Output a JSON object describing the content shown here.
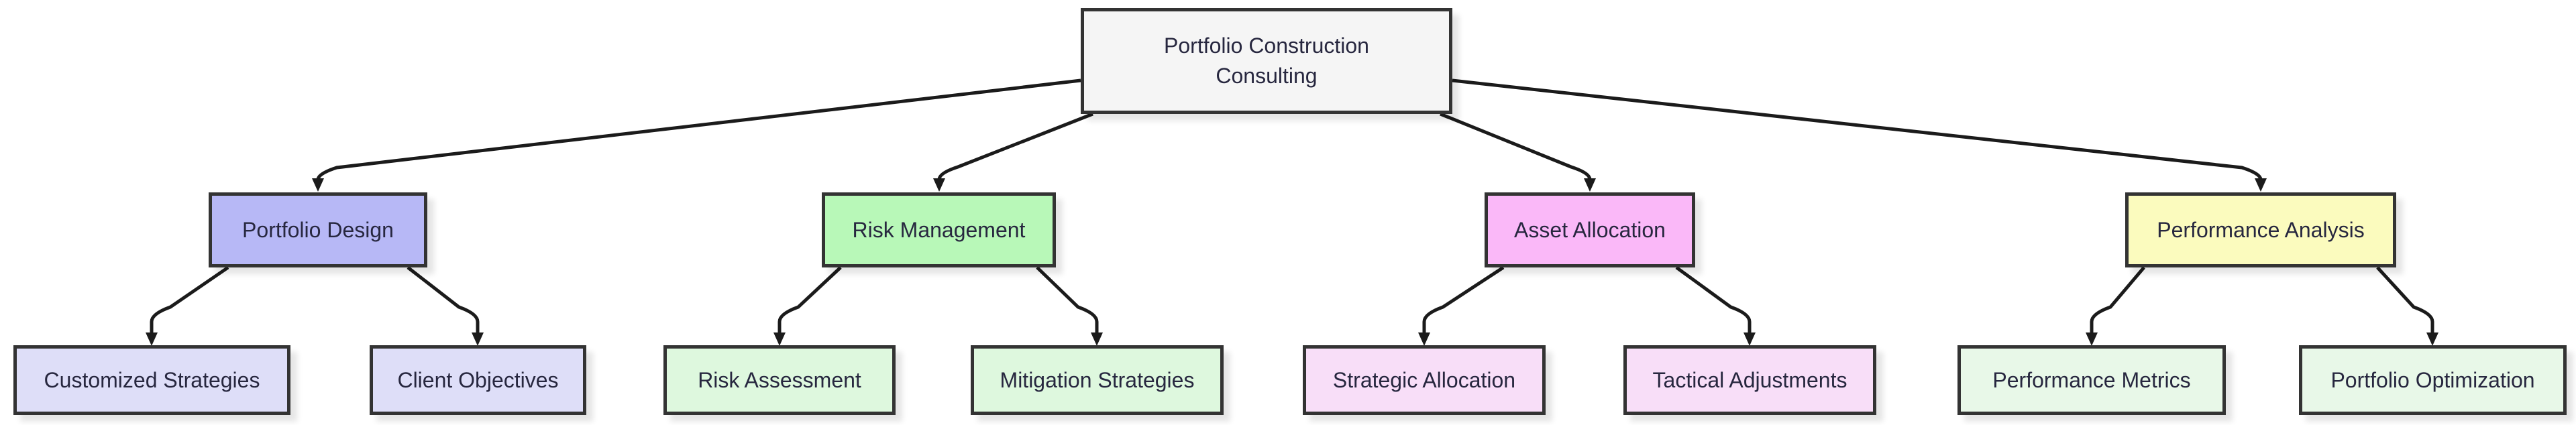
{
  "diagram": {
    "type": "flowchart-top-down",
    "root": {
      "label": "Portfolio Construction Consulting",
      "label_lines": [
        "Portfolio Construction",
        "Consulting"
      ],
      "fill": "#f5f5f5"
    },
    "branches": [
      {
        "label": "Portfolio Design",
        "fill": "#b7b8f6",
        "children": [
          {
            "label": "Customized Strategies",
            "fill": "#dedef8"
          },
          {
            "label": "Client Objectives",
            "fill": "#dedef8"
          }
        ]
      },
      {
        "label": "Risk Management",
        "fill": "#b8f8b8",
        "children": [
          {
            "label": "Risk Assessment",
            "fill": "#def8de"
          },
          {
            "label": "Mitigation Strategies",
            "fill": "#def8de"
          }
        ]
      },
      {
        "label": "Asset Allocation",
        "fill": "#fab8f8",
        "children": [
          {
            "label": "Strategic Allocation",
            "fill": "#f8def8"
          },
          {
            "label": "Tactical Adjustments",
            "fill": "#f8def8"
          }
        ]
      },
      {
        "label": "Performance Analysis",
        "fill": "#fbfbbe",
        "children": [
          {
            "label": "Performance Metrics",
            "fill": "#e8f8e8"
          },
          {
            "label": "Portfolio Optimization",
            "fill": "#e8f8e8"
          }
        ]
      }
    ],
    "colors": {
      "border": "#333333",
      "edge": "#1b1b1b",
      "text": "#27273f",
      "background": "#ffffff"
    }
  }
}
